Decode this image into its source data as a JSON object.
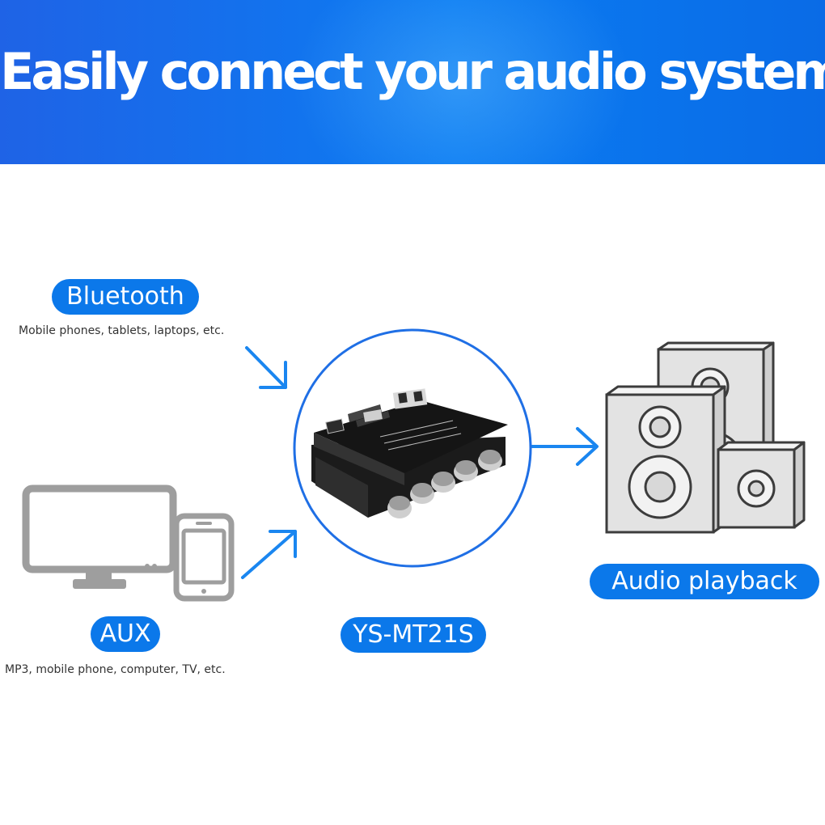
{
  "banner": {
    "title": "Easily connect your audio system"
  },
  "sources": {
    "bluetooth": {
      "label": "Bluetooth",
      "caption": "Mobile phones, tablets, laptops, etc."
    },
    "aux": {
      "label": "AUX",
      "caption": "MP3, mobile phone, computer, TV, etc."
    }
  },
  "device": {
    "label": "YS-MT21S"
  },
  "output": {
    "label": "Audio playback"
  },
  "colors": {
    "accent": "#0b78ea",
    "banner": "#1f63e6",
    "device_grey": "#9e9e9e",
    "speaker_grey": "#e3e3e3"
  },
  "icons": [
    "monitor-icon",
    "phone-icon",
    "arrow-icon",
    "amplifier-board-icon",
    "speakers-icon"
  ]
}
